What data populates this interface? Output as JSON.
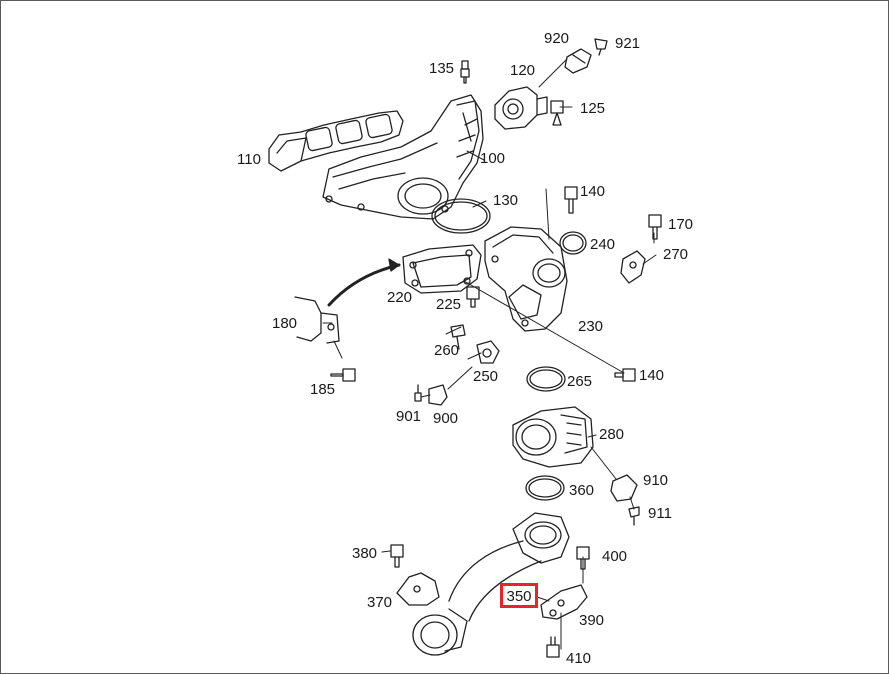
{
  "parts": {
    "p920": "920",
    "p921": "921",
    "p135": "135",
    "p120": "120",
    "p125": "125",
    "p110": "110",
    "p100": "100",
    "p130": "130",
    "p140a": "140",
    "p170": "170",
    "p240": "240",
    "p270": "270",
    "p220": "220",
    "p225": "225",
    "p180": "180",
    "p230": "230",
    "p260": "260",
    "p250": "250",
    "p265": "265",
    "p140b": "140",
    "p185": "185",
    "p901": "901",
    "p900": "900",
    "p280": "280",
    "p910": "910",
    "p360": "360",
    "p911": "911",
    "p380": "380",
    "p400": "400",
    "p370": "370",
    "p350": "350",
    "p390": "390",
    "p410": "410"
  },
  "highlight": {
    "part": "350",
    "color": "#e8242a"
  },
  "colors": {
    "line": "#222222",
    "background": "#ffffff",
    "border": "#5a5a5a"
  }
}
